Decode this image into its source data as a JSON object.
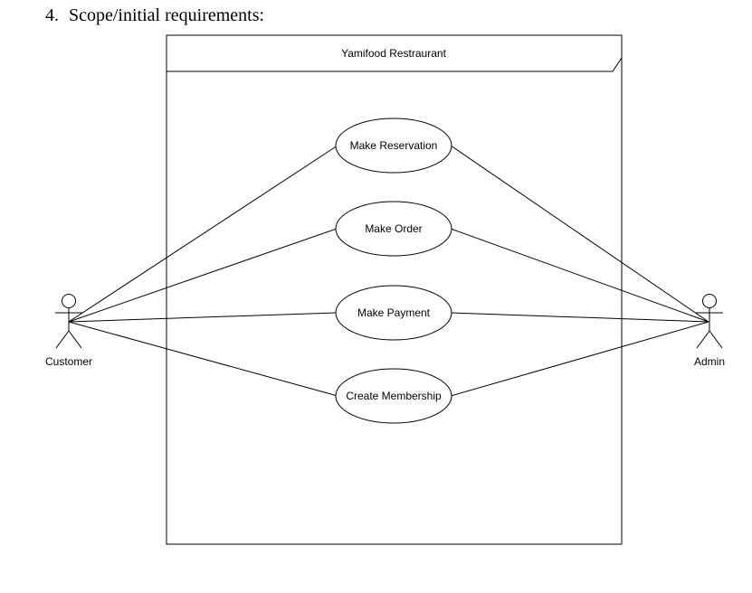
{
  "heading": {
    "number": "4.",
    "text": "Scope/initial requirements:"
  },
  "diagram": {
    "system_name": "Yamifood Restraurant",
    "actors": {
      "customer": "Customer",
      "admin": "Admin"
    },
    "use_cases": [
      "Make Reservation",
      "Make Order",
      "Make Payment",
      "Create Membership"
    ],
    "colors": {
      "line": "#000000",
      "background": "#ffffff"
    }
  }
}
